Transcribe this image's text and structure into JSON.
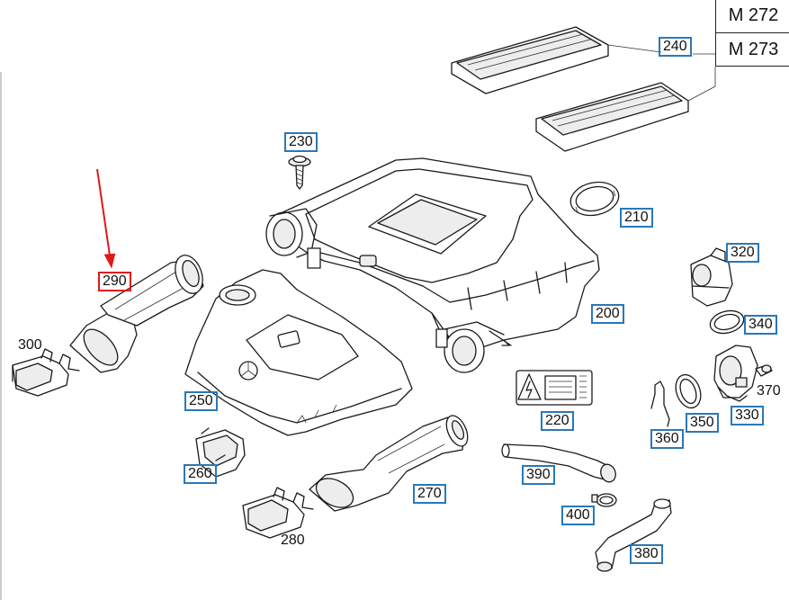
{
  "models": [
    "M 272",
    "M 273"
  ],
  "highlighted_part": "290",
  "parts": [
    {
      "id": "p200",
      "number": "200",
      "boxed": true
    },
    {
      "id": "p210",
      "number": "210",
      "boxed": true
    },
    {
      "id": "p220",
      "number": "220",
      "boxed": true
    },
    {
      "id": "p230",
      "number": "230",
      "boxed": true
    },
    {
      "id": "p240",
      "number": "240",
      "boxed": true
    },
    {
      "id": "p250",
      "number": "250",
      "boxed": true
    },
    {
      "id": "p260",
      "number": "260",
      "boxed": true
    },
    {
      "id": "p270",
      "number": "270",
      "boxed": true
    },
    {
      "id": "p280",
      "number": "280",
      "boxed": false
    },
    {
      "id": "p290",
      "number": "290",
      "boxed": true
    },
    {
      "id": "p300",
      "number": "300",
      "boxed": false
    },
    {
      "id": "p320",
      "number": "320",
      "boxed": true
    },
    {
      "id": "p330",
      "number": "330",
      "boxed": true
    },
    {
      "id": "p340",
      "number": "340",
      "boxed": true
    },
    {
      "id": "p350",
      "number": "350",
      "boxed": true
    },
    {
      "id": "p360",
      "number": "360",
      "boxed": true
    },
    {
      "id": "p370",
      "number": "370",
      "boxed": false
    },
    {
      "id": "p380",
      "number": "380",
      "boxed": true
    },
    {
      "id": "p390",
      "number": "390",
      "boxed": true
    },
    {
      "id": "p400",
      "number": "400",
      "boxed": true
    }
  ]
}
